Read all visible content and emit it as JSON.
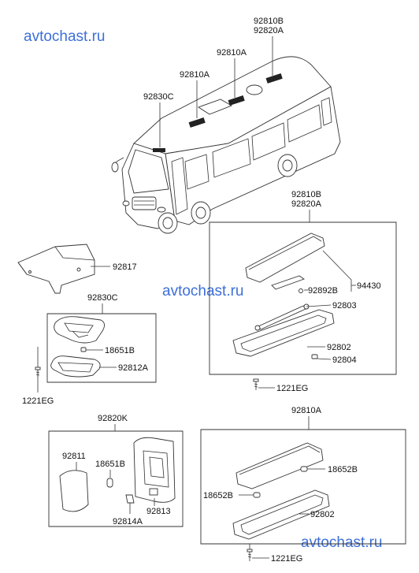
{
  "watermark": {
    "text_top_left": "avtochast.ru",
    "text_middle": "avtochast.ru",
    "text_bottom_right": "avtochast.ru",
    "color": "#3d6fd8"
  },
  "bus_labels": {
    "p92810B": "92810B",
    "p92820A": "92820A",
    "p92810A_1": "92810A",
    "p92810A_2": "92810A",
    "p92830C": "92830C"
  },
  "group_92810B": {
    "title_line1": "92810B",
    "title_line2": "92820A",
    "labels": {
      "p94430": "94430",
      "p92892B": "92892B",
      "p92803": "92803",
      "p92802": "92802",
      "p92804": "92804",
      "p1221EG": "1221EG"
    }
  },
  "group_92817": {
    "label": "92817"
  },
  "group_92830C": {
    "title": "92830C",
    "labels": {
      "p18651B": "18651B",
      "p92812A": "92812A",
      "p1221EG": "1221EG"
    }
  },
  "group_92820K": {
    "title": "92820K",
    "labels": {
      "p92811": "92811",
      "p18651B": "18651B",
      "p92813": "92813",
      "p92814A": "92814A"
    }
  },
  "group_92810A": {
    "title": "92810A",
    "labels": {
      "p18652B_right": "18652B",
      "p18652B_left": "18652B",
      "p92802": "92802",
      "p1221EG": "1221EG"
    }
  }
}
